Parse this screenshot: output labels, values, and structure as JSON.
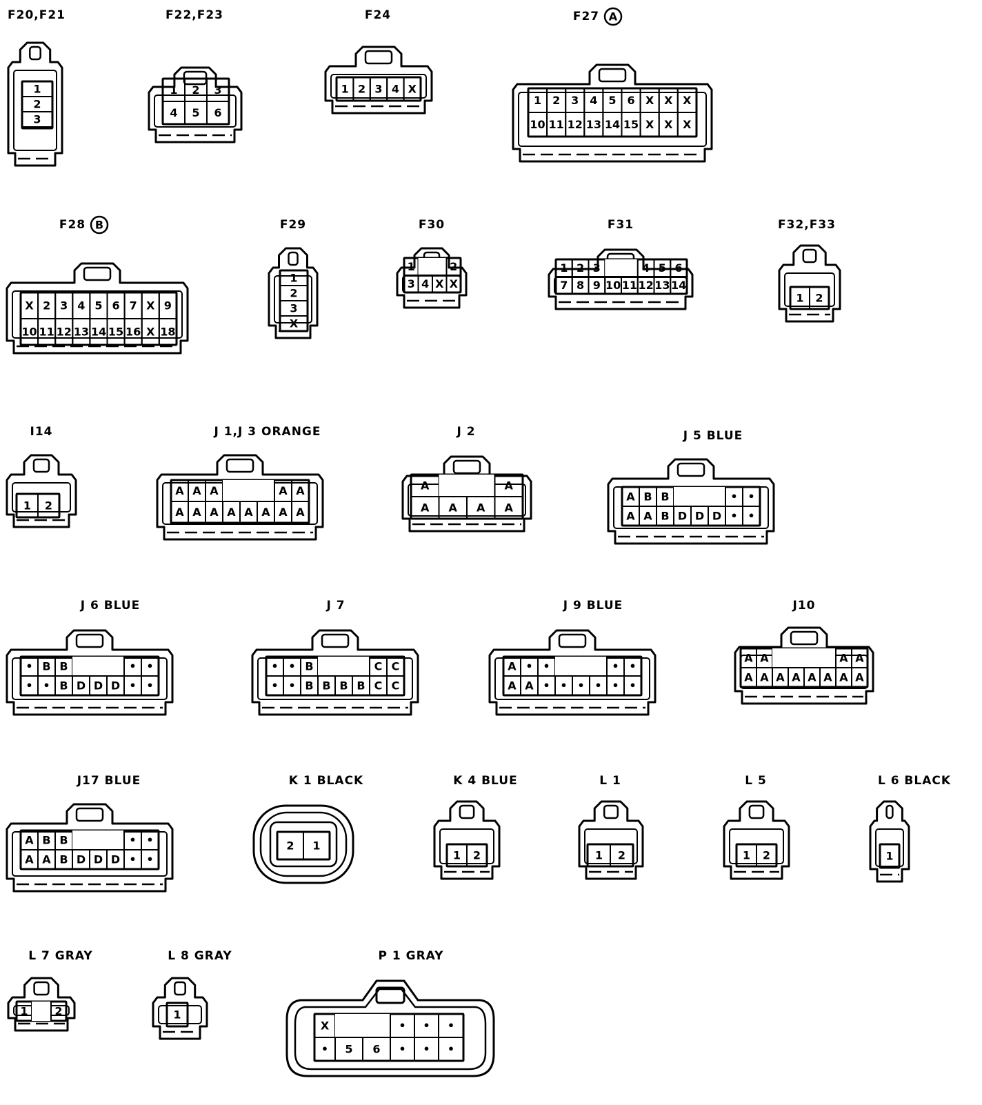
{
  "connectors": [
    {
      "id": "f20-f21",
      "label": "F20,F21",
      "rows": [
        [
          "1"
        ],
        [
          "2"
        ],
        [
          "3"
        ]
      ]
    },
    {
      "id": "f22-f23",
      "label": "F22,F23",
      "rows": [
        [
          "1",
          "2",
          "3"
        ],
        [
          "4",
          "5",
          "6"
        ]
      ]
    },
    {
      "id": "f24",
      "label": "F24",
      "rows": [
        [
          "1",
          "2",
          "3",
          "4",
          "X"
        ]
      ]
    },
    {
      "id": "f27",
      "label": "F27",
      "badge": "A",
      "rows": [
        [
          "1",
          "2",
          "3",
          "4",
          "5",
          "6",
          "X",
          "X",
          "X"
        ],
        [
          "10",
          "11",
          "12",
          "13",
          "14",
          "15",
          "X",
          "X",
          "X"
        ]
      ]
    },
    {
      "id": "f28",
      "label": "F28",
      "badge": "B",
      "rows": [
        [
          "X",
          "2",
          "3",
          "4",
          "5",
          "6",
          "7",
          "X",
          "9"
        ],
        [
          "10",
          "11",
          "12",
          "13",
          "14",
          "15",
          "16",
          "X",
          "18"
        ]
      ]
    },
    {
      "id": "f29",
      "label": "F29",
      "rows": [
        [
          "1"
        ],
        [
          "2"
        ],
        [
          "3"
        ],
        [
          "X"
        ]
      ]
    },
    {
      "id": "f30",
      "label": "F30",
      "rows": [
        [
          "1",
          "",
          "",
          "2"
        ],
        [
          "3",
          "4",
          "X",
          "X"
        ]
      ]
    },
    {
      "id": "f31",
      "label": "F31",
      "rows": [
        [
          "1",
          "2",
          "3",
          "",
          "",
          "4",
          "5",
          "6"
        ],
        [
          "7",
          "8",
          "9",
          "10",
          "11",
          "12",
          "13",
          "14"
        ]
      ]
    },
    {
      "id": "f32-f33",
      "label": "F32,F33",
      "rows": [
        [
          "1",
          "2"
        ]
      ]
    },
    {
      "id": "i14",
      "label": "I14",
      "rows": [
        [
          "1",
          "2"
        ]
      ]
    },
    {
      "id": "j1-j3",
      "label": "J 1,J 3 ORANGE",
      "rows": [
        [
          "A",
          "A",
          "A",
          "",
          "",
          "",
          "A",
          "A"
        ],
        [
          "A",
          "A",
          "A",
          "A",
          "A",
          "A",
          "A",
          "A"
        ]
      ]
    },
    {
      "id": "j2",
      "label": "J 2",
      "rows": [
        [
          "A",
          "",
          "",
          "A"
        ],
        [
          "A",
          "A",
          "A",
          "A"
        ]
      ]
    },
    {
      "id": "j5",
      "label": "J 5 BLUE",
      "rows": [
        [
          "A",
          "B",
          "B",
          "",
          "",
          "",
          "•",
          "•"
        ],
        [
          "A",
          "A",
          "B",
          "D",
          "D",
          "D",
          "•",
          "•"
        ]
      ]
    },
    {
      "id": "j6",
      "label": "J 6 BLUE",
      "rows": [
        [
          "•",
          "B",
          "B",
          "",
          "",
          "",
          "•",
          "•"
        ],
        [
          "•",
          "•",
          "B",
          "D",
          "D",
          "D",
          "•",
          "•"
        ]
      ]
    },
    {
      "id": "j7",
      "label": "J 7",
      "rows": [
        [
          "•",
          "•",
          "B",
          "",
          "",
          "",
          "C",
          "C"
        ],
        [
          "•",
          "•",
          "B",
          "B",
          "B",
          "B",
          "C",
          "C"
        ]
      ]
    },
    {
      "id": "j9",
      "label": "J 9 BLUE",
      "rows": [
        [
          "A",
          "•",
          "•",
          "",
          "",
          "",
          "•",
          "•"
        ],
        [
          "A",
          "A",
          "•",
          "•",
          "•",
          "•",
          "•",
          "•"
        ]
      ]
    },
    {
      "id": "j10",
      "label": "J10",
      "rows": [
        [
          "A",
          "A",
          "",
          "",
          "",
          "",
          "A",
          "A"
        ],
        [
          "A",
          "A",
          "A",
          "A",
          "A",
          "A",
          "A",
          "A"
        ]
      ]
    },
    {
      "id": "j17",
      "label": "J17 BLUE",
      "rows": [
        [
          "A",
          "B",
          "B",
          "",
          "",
          "",
          "•",
          "•"
        ],
        [
          "A",
          "A",
          "B",
          "D",
          "D",
          "D",
          "•",
          "•"
        ]
      ]
    },
    {
      "id": "k1",
      "label": "K 1 BLACK",
      "rows": [
        [
          "2",
          "1"
        ]
      ]
    },
    {
      "id": "k4",
      "label": "K 4 BLUE",
      "rows": [
        [
          "1",
          "2"
        ]
      ]
    },
    {
      "id": "l1",
      "label": "L 1",
      "rows": [
        [
          "1",
          "2"
        ]
      ]
    },
    {
      "id": "l5",
      "label": "L 5",
      "rows": [
        [
          "1",
          "2"
        ]
      ]
    },
    {
      "id": "l6",
      "label": "L 6 BLACK",
      "rows": [
        [
          "1"
        ]
      ]
    },
    {
      "id": "l7",
      "label": "L 7 GRAY",
      "rows": [
        [
          "1",
          "",
          "2"
        ]
      ]
    },
    {
      "id": "l8",
      "label": "L 8 GRAY",
      "rows": [
        [
          "1"
        ]
      ]
    },
    {
      "id": "p1",
      "label": "P 1 GRAY",
      "rows": [
        [
          "X",
          "",
          "",
          "•",
          "•",
          "•"
        ],
        [
          "•",
          "5",
          "6",
          "•",
          "•",
          "•"
        ]
      ]
    }
  ]
}
